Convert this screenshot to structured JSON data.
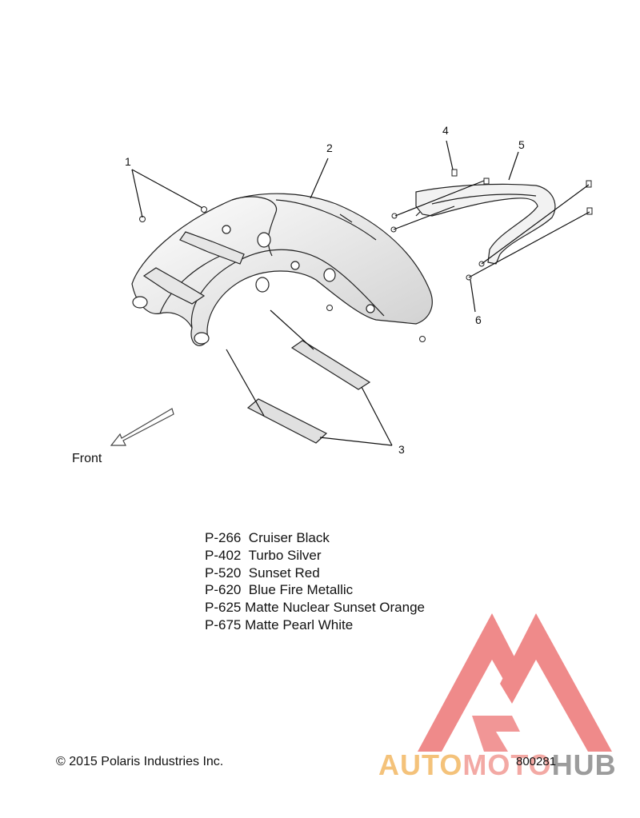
{
  "callouts": [
    "1",
    "2",
    "3",
    "4",
    "5",
    "6"
  ],
  "front_label": "Front",
  "paint_codes": [
    "P-266  Cruiser Black",
    "P-402  Turbo Silver",
    "P-520  Sunset Red",
    "P-620  Blue Fire Metallic",
    "P-625 Matte Nuclear Sunset Orange",
    "P-675 Matte Pearl White"
  ],
  "copyright": "© 2015 Polaris Industries Inc.",
  "diagram_id": "800281",
  "watermark": {
    "part1": "AUTO",
    "part2": "MOTO",
    "part3": "HUB"
  },
  "colors": {
    "line": "#222222",
    "watermark_red": "#e84c4c",
    "watermark_orange": "#f4c27a",
    "watermark_gray": "#9c9c9c"
  }
}
